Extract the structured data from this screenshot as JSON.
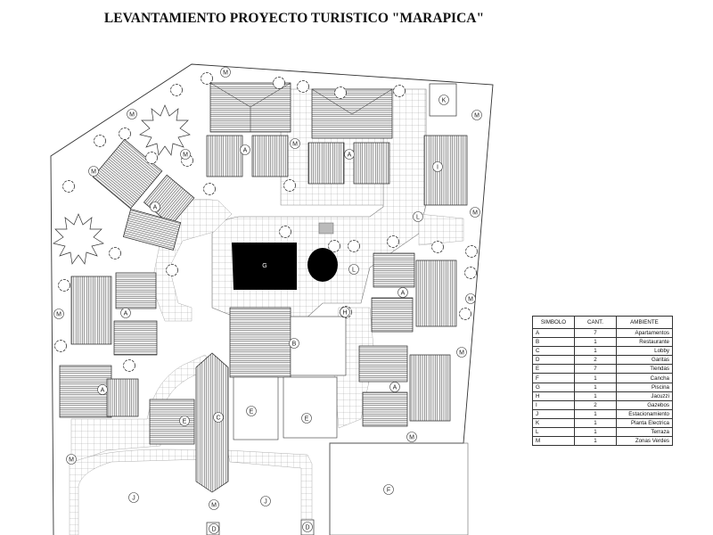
{
  "title": "LEVANTAMIENTO PROYECTO TURISTICO \"MARAPICA\"",
  "legend": {
    "headers": [
      "SIMBOLO",
      "CANT.",
      "AMBIENTE"
    ],
    "rows": [
      [
        "A",
        "7",
        "Apartamentos"
      ],
      [
        "B",
        "1",
        "Restaurante"
      ],
      [
        "C",
        "1",
        "Lobby"
      ],
      [
        "D",
        "2",
        "Garitas"
      ],
      [
        "E",
        "7",
        "Tiendas"
      ],
      [
        "F",
        "1",
        "Cancha"
      ],
      [
        "G",
        "1",
        "Piscina"
      ],
      [
        "H",
        "1",
        "Jacuzzi"
      ],
      [
        "I",
        "2",
        "Gazebos"
      ],
      [
        "J",
        "1",
        "Estacionamiento"
      ],
      [
        "K",
        "1",
        "Planta Electrica"
      ],
      [
        "L",
        "1",
        "Terraza"
      ],
      [
        "M",
        "1",
        "Zonas Verdes"
      ]
    ]
  },
  "labels": {
    "A": "A",
    "B": "B",
    "C": "C",
    "D": "D",
    "E": "E",
    "F": "F",
    "G": "G",
    "H": "H",
    "I": "I",
    "J": "J",
    "K": "K",
    "L": "L",
    "M": "M"
  }
}
